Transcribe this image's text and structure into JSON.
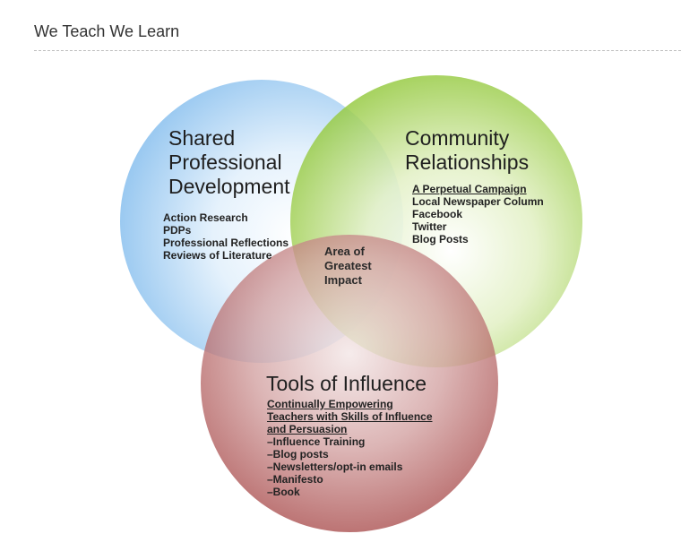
{
  "page": {
    "title": "We Teach We Learn"
  },
  "colors": {
    "circle_blue": "#8fc3ef",
    "circle_green": "#9ccc3f",
    "circle_red": "#ad4a4a"
  },
  "venn": {
    "shared_pd": {
      "heading": [
        "Shared",
        "Professional",
        "Development"
      ],
      "items": [
        "Action Research",
        "PDPs",
        "Professional Reflections",
        "Reviews of Literature"
      ]
    },
    "community": {
      "heading": [
        "Community",
        "Relationships"
      ],
      "subtitle": "A Perpetual Campaign",
      "items": [
        "Local Newspaper Column",
        "Facebook",
        "Twitter",
        "Blog Posts"
      ]
    },
    "tools": {
      "heading": [
        "Tools of Influence"
      ],
      "subtitle": [
        "Continually Empowering",
        "Teachers with Skills of Influence",
        "and Persuasion"
      ],
      "items": [
        "–Influence Training",
        "–Blog posts",
        "–Newsletters/opt-in emails",
        "–Manifesto",
        "–Book"
      ]
    },
    "center": [
      "Area of",
      "Greatest",
      "Impact"
    ]
  }
}
